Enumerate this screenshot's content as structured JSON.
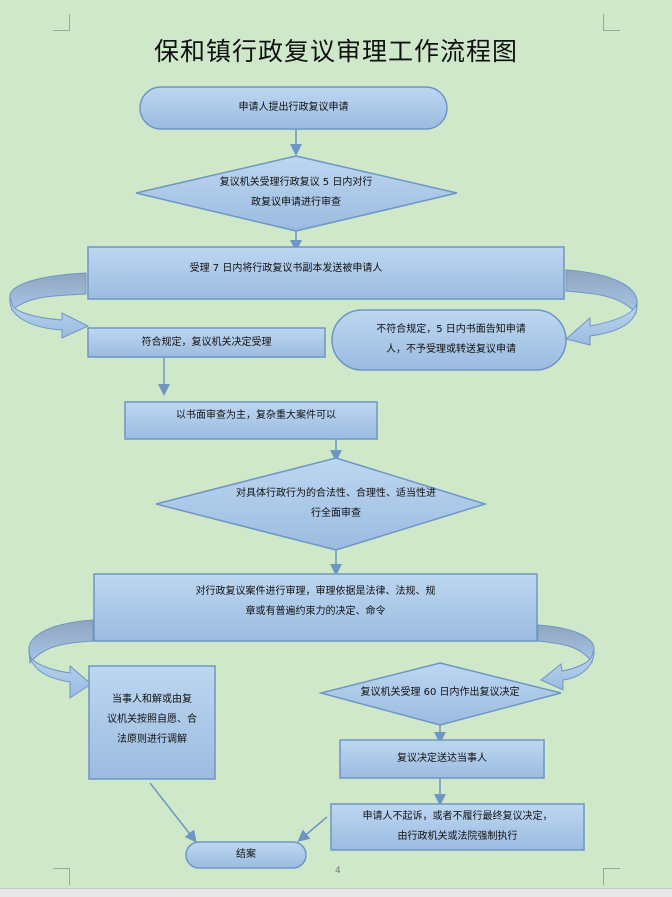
{
  "document": {
    "title": "保和镇行政复议审理工作流程图",
    "page_number": "4"
  },
  "colors": {
    "background": "#cfe8c9",
    "node_fill_top": "#bcd6f0",
    "node_fill_bottom": "#9dbde2",
    "node_stroke": "#6e96c4",
    "arrow": "#6e96c4"
  },
  "nodes": {
    "start": {
      "type": "terminator",
      "lines": [
        "申请人提出行政复议申请"
      ]
    },
    "review_5days": {
      "type": "decision",
      "lines": [
        "复议机关受理行政复议 5 日内对行",
        "政复议申请进行审查"
      ]
    },
    "send_copy": {
      "type": "process",
      "lines": [
        "受理 7 日内将行政复议书副本发送被申请人"
      ]
    },
    "accept": {
      "type": "process",
      "lines": [
        "符合规定，复议机关决定受理"
      ]
    },
    "reject": {
      "type": "terminator",
      "lines": [
        "不符合规定，5 日内书面告知申请",
        "人，不予受理或转送复议申请"
      ]
    },
    "written_review": {
      "type": "process",
      "lines": [
        "以书面审查为主，复杂重大案件可以"
      ]
    },
    "full_review": {
      "type": "decision",
      "lines": [
        "对具体行政行为的合法性、合理性、适当性进",
        "行全面审查"
      ]
    },
    "hearing": {
      "type": "process",
      "lines": [
        "对行政复议案件进行审理，审理依据是法律、法规、规",
        "章或有普遍约束力的决定、命令"
      ]
    },
    "mediation": {
      "type": "process",
      "lines": [
        "当事人和解或由复",
        "议机关按照自愿、合",
        "法原则进行调解"
      ]
    },
    "decision_60days": {
      "type": "decision",
      "lines": [
        "复议机关受理 60 日内作出复议决定"
      ]
    },
    "deliver": {
      "type": "process",
      "lines": [
        "复议决定送达当事人"
      ]
    },
    "enforce": {
      "type": "process",
      "lines": [
        "申请人不起诉，或者不履行最终复议决定，",
        "由行政机关或法院强制执行"
      ]
    },
    "end": {
      "type": "terminator",
      "lines": [
        "结案"
      ]
    }
  },
  "edges": [
    {
      "from": "start",
      "to": "review_5days",
      "style": "straight"
    },
    {
      "from": "review_5days",
      "to": "send_copy",
      "style": "straight"
    },
    {
      "from": "send_copy",
      "to": "accept",
      "style": "curved-block"
    },
    {
      "from": "send_copy",
      "to": "reject",
      "style": "curved-block"
    },
    {
      "from": "accept",
      "to": "written_review",
      "style": "straight"
    },
    {
      "from": "written_review",
      "to": "full_review",
      "style": "straight"
    },
    {
      "from": "full_review",
      "to": "hearing",
      "style": "straight"
    },
    {
      "from": "hearing",
      "to": "mediation",
      "style": "curved-block"
    },
    {
      "from": "hearing",
      "to": "decision_60days",
      "style": "curved-block"
    },
    {
      "from": "decision_60days",
      "to": "deliver",
      "style": "straight"
    },
    {
      "from": "deliver",
      "to": "enforce",
      "style": "straight"
    },
    {
      "from": "mediation",
      "to": "end",
      "style": "straight"
    },
    {
      "from": "enforce",
      "to": "end",
      "style": "straight"
    }
  ]
}
